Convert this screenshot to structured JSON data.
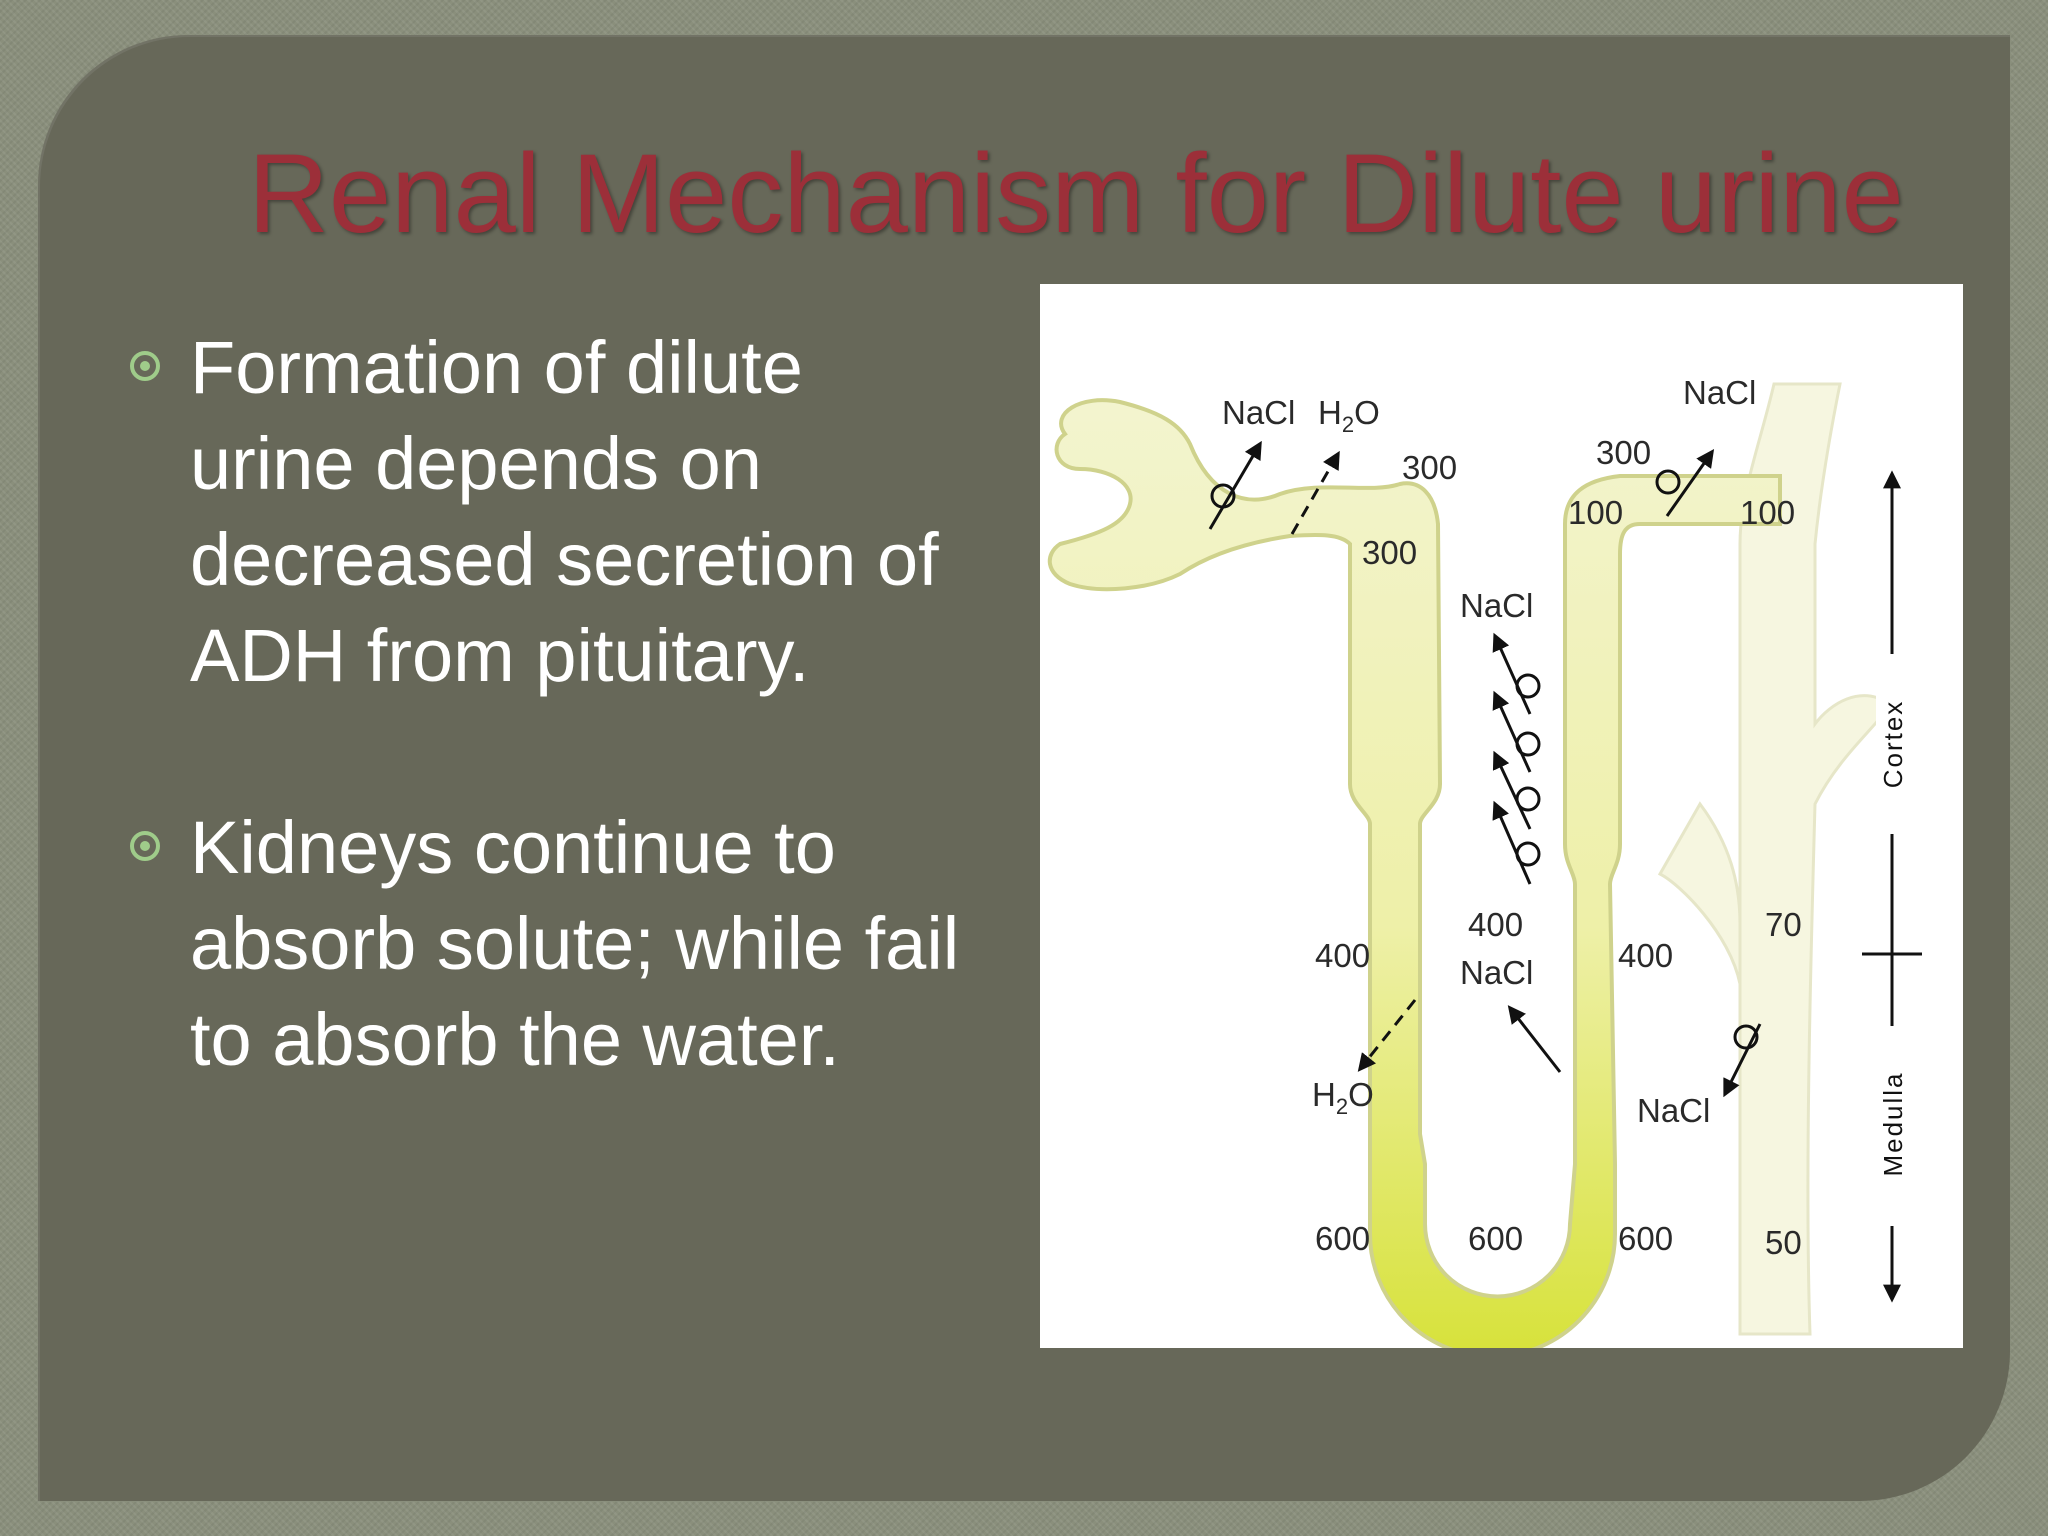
{
  "title": "Renal Mechanism for Dilute urine",
  "bullets": [
    "Formation of dilute urine depends on decreased secretion of ADH from pituitary.",
    "Kidneys continue to absorb solute; while fail to absorb the water."
  ],
  "diagram": {
    "labels": {
      "nacl_pct": "NaCl",
      "h2o_pct_prefix": "H",
      "h2o_sub": "2",
      "h2o_suffix": "O",
      "osm_300_outer": "300",
      "osm_300_inner": "300",
      "osm_300_asc": "300",
      "nacl_asc_top": "NaCl",
      "osm_100_dct": "100",
      "osm_100_cd": "100",
      "nacl_thick": "NaCl",
      "osm_400_left": "400",
      "osm_400_loop": "400",
      "nacl_thin": "NaCl",
      "osm_400_right": "400",
      "osm_70": "70",
      "nacl_cd": "NaCl",
      "osm_600_left": "600",
      "osm_600_loop": "600",
      "osm_600_right": "600",
      "osm_50": "50"
    },
    "axis": {
      "cortex": "Cortex",
      "medulla": "Medulla"
    },
    "colors": {
      "tubule_fill": "#f2f3c9",
      "tubule_stroke": "#d9db9a",
      "loop_deep": "#d7e23a",
      "collecting_duct": "#f6f6e0"
    }
  }
}
